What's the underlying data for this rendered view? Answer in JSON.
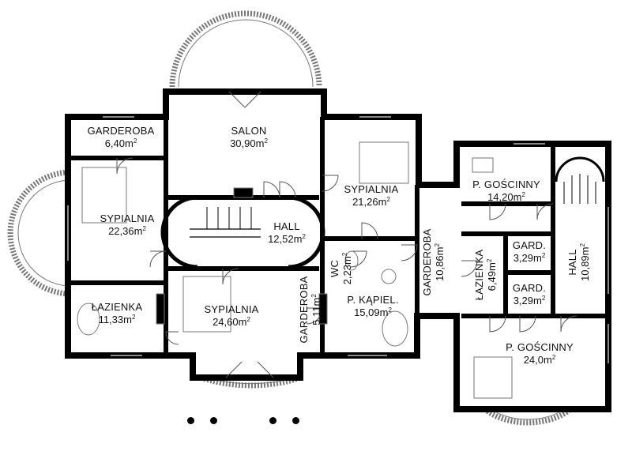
{
  "rooms": {
    "salon": {
      "name": "SALON",
      "area": "30,90"
    },
    "garderoba_nw": {
      "name": "GARDEROBA",
      "area": "6,40"
    },
    "sypialnia_w": {
      "name": "SYPIALNIA",
      "area": "22,36"
    },
    "lazienka_w": {
      "name": "ŁAZIENKA",
      "area": "11,33"
    },
    "hall_center": {
      "name": "HALL",
      "area": "12,52"
    },
    "sypialnia_ne": {
      "name": "SYPIALNIA",
      "area": "21,26"
    },
    "wc": {
      "name": "WC",
      "area": "2,23"
    },
    "sypialnia_s": {
      "name": "SYPIALNIA",
      "area": "24,60"
    },
    "garderoba_s": {
      "name": "GARDEROBA",
      "area": "5,11"
    },
    "p_kapiel": {
      "name": "P. KĄPIEL.",
      "area": "15,09"
    },
    "garderoba_e": {
      "name": "GARDEROBA",
      "area": "10,86"
    },
    "p_goscinny_n": {
      "name": "P. GOŚCINNY",
      "area": "14,20"
    },
    "lazienka_e": {
      "name": "ŁAZIENKA",
      "area": "6,49"
    },
    "gard_1": {
      "name": "GARD.",
      "area": "3,29"
    },
    "gard_2": {
      "name": "GARD.",
      "area": "3,29"
    },
    "hall_e": {
      "name": "HALL",
      "area": "10,89"
    },
    "p_goscinny_s": {
      "name": "P. GOŚCINNY",
      "area": "24,0"
    }
  },
  "unit": "m",
  "unit_exp": "2",
  "colors": {
    "wall": "#000000",
    "thin": "#555555",
    "background": "#ffffff"
  }
}
